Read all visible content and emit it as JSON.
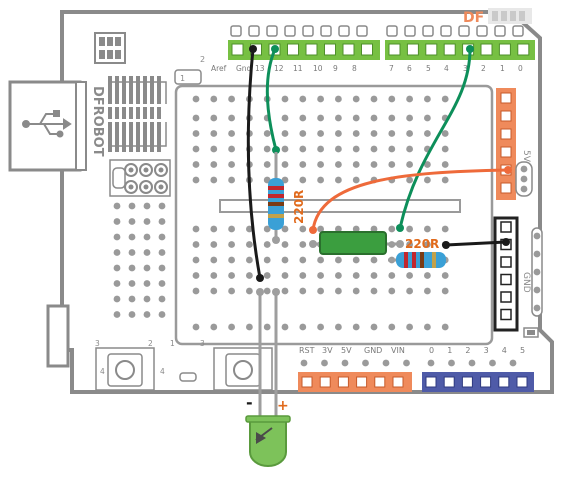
{
  "board": {
    "brand": "DFROBOT",
    "corner_text": "DF",
    "top_pin_labels": [
      "Aref",
      "Gnd",
      "13",
      "12",
      "11",
      "10",
      "9",
      "8",
      "7",
      "6",
      "5",
      "4",
      "3",
      "2",
      "1",
      "0"
    ],
    "right_side_label": "5V",
    "gnd_label": "GND",
    "bottom_left_labels": [
      "RST",
      "3V",
      "5V",
      "GND",
      "VIN"
    ],
    "bottom_right_labels": [
      "0",
      "1",
      "2",
      "3",
      "4",
      "5"
    ],
    "mini_labels": [
      "2",
      "1",
      "3",
      "2",
      "1",
      "3",
      "4",
      "4"
    ]
  },
  "components": {
    "resistor1_label": "220R",
    "resistor2_label": "220R",
    "led_minus": "-",
    "led_plus": "+"
  },
  "colors": {
    "board_outline": "#8a8a8a",
    "header_green": "#77c043",
    "header_orange": "#ef8a5b",
    "header_blue": "#4f5ba8",
    "wire_black": "#1a1a1a",
    "wire_green": "#0d8f5a",
    "wire_orange": "#ee6a3a",
    "label_orange": "#e06a1c",
    "led_green": "#7dc25a"
  }
}
